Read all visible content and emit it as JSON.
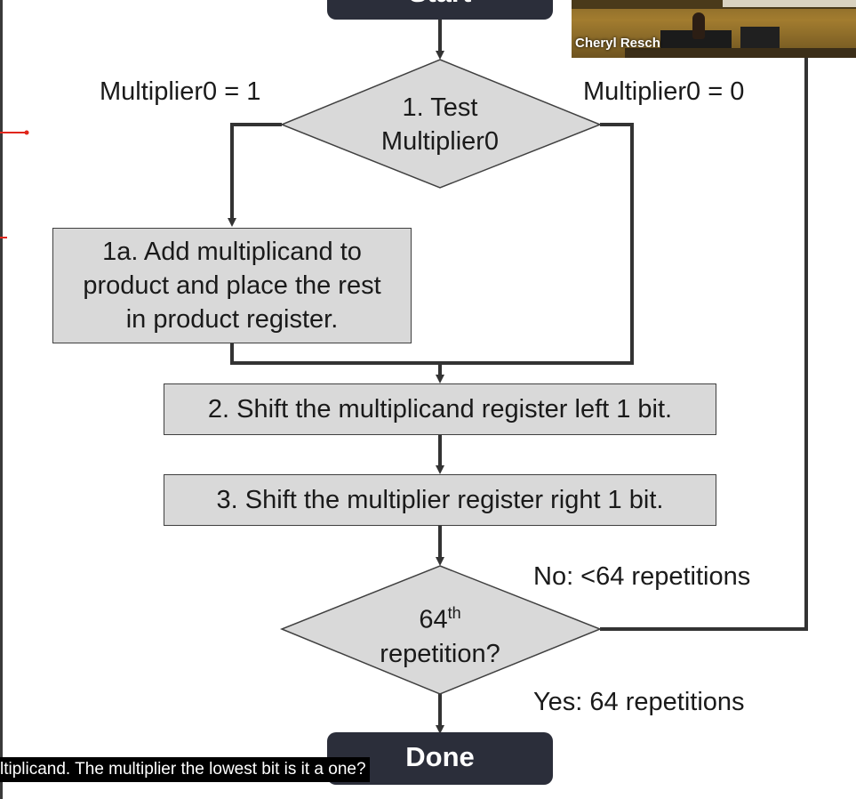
{
  "flowchart": {
    "start_label": "Start",
    "decision1": {
      "line1": "1. Test",
      "line2": "Multiplier0"
    },
    "branch_true": "Multiplier0 = 1",
    "branch_false": "Multiplier0 = 0",
    "step_1a": {
      "line1": "1a. Add multiplicand to",
      "line2": "product and place the rest",
      "line3": "in product register."
    },
    "step_2": "2. Shift the multiplicand register left 1 bit.",
    "step_3": "3. Shift the multiplier register right 1 bit.",
    "decision2": {
      "number": "64",
      "superscript": "th",
      "line2": "repetition?"
    },
    "loop_label": "No: <64 repetitions",
    "exit_label": "Yes: 64 repetitions",
    "done_label": "Done"
  },
  "video": {
    "speaker_name": "Cheryl Resch"
  },
  "subtitle": {
    "text": "ltiplicand. The multiplier the lowest bit is it a one?"
  },
  "colors": {
    "box_fill": "#d9d9d9",
    "line": "#333333",
    "terminal": "#2b2e3a",
    "pen_mark": "#e0261a"
  }
}
